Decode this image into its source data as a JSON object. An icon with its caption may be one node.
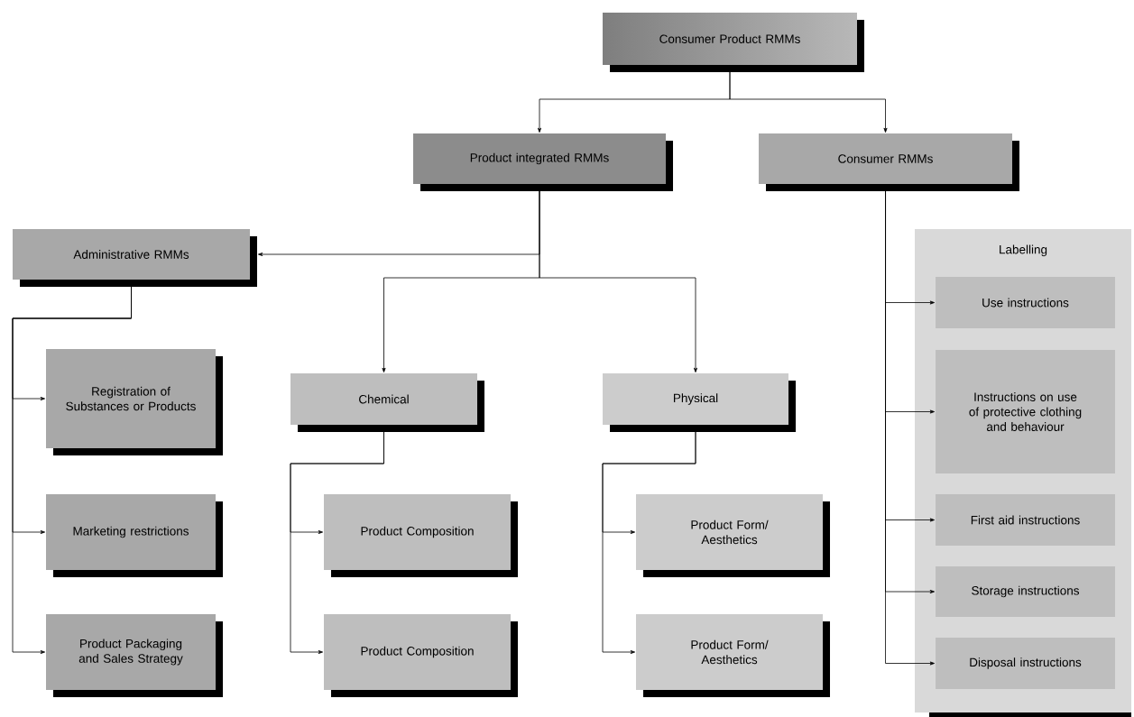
{
  "diagram": {
    "nodes": [
      {
        "text": [
          "Consumer Product RMMs"
        ]
      },
      {
        "text": [
          "Product integrated RMMs"
        ]
      },
      {
        "text": [
          "Consumer RMMs"
        ]
      },
      {
        "text": [
          "Administrative RMMs"
        ]
      },
      {
        "text": [
          "Registration of Substances or Products"
        ]
      },
      {
        "text": [
          "Marketing restrictions"
        ]
      },
      {
        "text": [
          "Product Packaging and Sales Strategy"
        ]
      },
      {
        "text": [
          "Chemical"
        ]
      },
      {
        "text": [
          "Product Composition"
        ]
      },
      {
        "text": [
          "Product Composition"
        ]
      },
      {
        "text": [
          "Physical"
        ]
      },
      {
        "text": [
          "Product Form/ Aesthetics"
        ]
      },
      {
        "text": [
          "Product Form/ Aesthetics"
        ]
      },
      {
        "text": [
          "Labelling"
        ]
      },
      {
        "text": [
          "Use instructions"
        ],
        "in": 13
      },
      {
        "text": [
          "Instructions on use of protective clothing and behaviour"
        ],
        "in": 13
      },
      {
        "text": [
          "First aid instructions"
        ],
        "in": 13
      },
      {
        "text": [
          "Storage instructions"
        ],
        "in": 13
      },
      {
        "text": [
          "Disposal instructions"
        ],
        "in": 13
      }
    ],
    "edges": [
      {
        "from": 0,
        "to": 1,
        "arrow": "to"
      },
      {
        "from": 0,
        "to": 2,
        "arrow": "to"
      },
      {
        "from": 1,
        "to": 3,
        "arrow": "to"
      },
      {
        "from": 1,
        "to": 7,
        "arrow": "to"
      },
      {
        "from": 1,
        "to": 10,
        "arrow": "to"
      },
      {
        "from": 3,
        "to": 4,
        "arrow": "to"
      },
      {
        "from": 3,
        "to": 5,
        "arrow": "to"
      },
      {
        "from": 3,
        "to": 6,
        "arrow": "to"
      },
      {
        "from": 7,
        "to": 8,
        "arrow": "to"
      },
      {
        "from": 7,
        "to": 9,
        "arrow": "to"
      },
      {
        "from": 10,
        "to": 11,
        "arrow": "to"
      },
      {
        "from": 10,
        "to": 12,
        "arrow": "to"
      },
      {
        "from": 2,
        "to": 14,
        "arrow": "to"
      },
      {
        "from": 2,
        "to": 15,
        "arrow": "to"
      },
      {
        "from": 2,
        "to": 16,
        "arrow": "to"
      },
      {
        "from": 2,
        "to": 17,
        "arrow": "to"
      },
      {
        "from": 2,
        "to": 18,
        "arrow": "to"
      }
    ]
  }
}
